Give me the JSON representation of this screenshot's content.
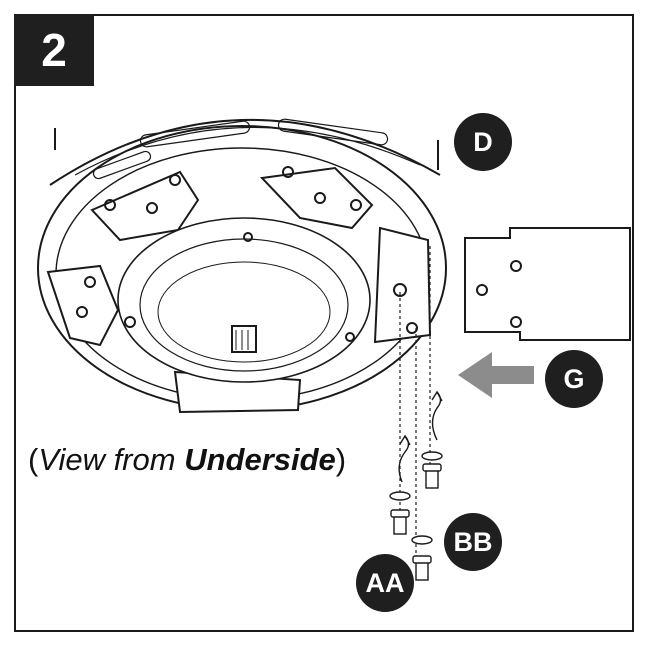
{
  "step": {
    "number": "2"
  },
  "labels": {
    "D": "D",
    "G": "G",
    "BB": "BB",
    "AA": "AA"
  },
  "caption": {
    "open_paren": "(",
    "view_from": "View from ",
    "underside": "Underside",
    "close_paren": ")"
  },
  "colors": {
    "badge": "#1f1f1f",
    "arrow": "#8c8c8c",
    "line": "#1a1a1a"
  },
  "icons": [
    "arrow-left-icon",
    "curved-arrow-icon",
    "screw-icon",
    "washer-icon"
  ]
}
